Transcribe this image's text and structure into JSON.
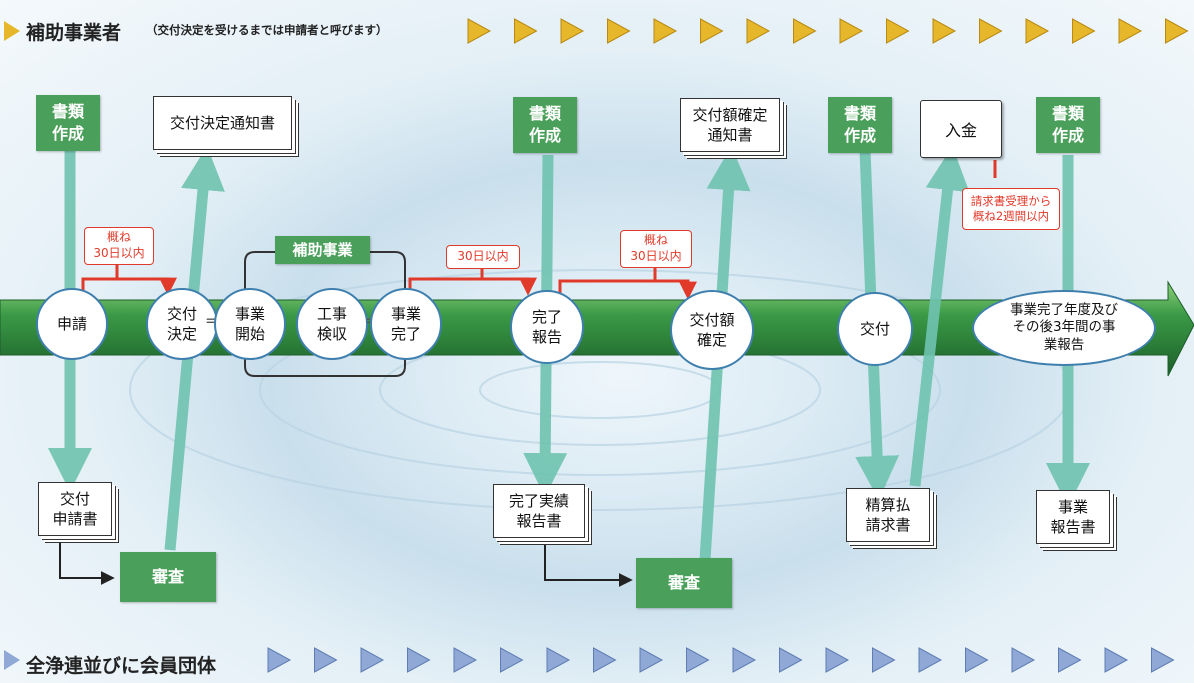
{
  "header": {
    "title": "補助事業者",
    "subtitle": "（交付決定を受けるまでは申請者と呼びます）"
  },
  "footer": {
    "title": "全浄連並びに会員団体"
  },
  "colors": {
    "green_box": "#4aa05a",
    "timeline_arrow": "#2e7d3a",
    "connector": "#6fc3b0",
    "red_label": "#e23a2a",
    "header_triangle": "#e6b72a",
    "footer_triangle": "#8fa8d6",
    "circle_border": "#3f7fae"
  },
  "prep_boxes": [
    {
      "label": "書類\n作成"
    },
    {
      "label": "書類\n作成"
    },
    {
      "label": "書類\n作成"
    },
    {
      "label": "書類\n作成"
    }
  ],
  "documents_top": {
    "kofu_kettei_tsuchisho": "交付決定通知書",
    "kofugaku_kakutei_tsuchisho": "交付額確定\n通知書",
    "nyukin": "入金"
  },
  "timeline": {
    "shinsei": "申請",
    "kofu_kettei": "交付\n決定",
    "jigyo_kaishi": "事業\n開始",
    "koji_kenshu": "工事\n検収",
    "jigyo_kanryo": "事業\n完了",
    "kanryo_hokoku": "完了\n報告",
    "kofugaku_kakutei": "交付額\n確定",
    "kofu": "交付",
    "final_report": "事業完了年度及び\nその後3年間の事\n業報告"
  },
  "project_group_label": "補助事業",
  "red_labels": {
    "approx_30_days_1": "概ね\n30日以内",
    "within_30_days": "30日以内",
    "approx_30_days_2": "概ね\n30日以内",
    "payment_within_2_weeks": "請求書受理から\n概ね2週間以内"
  },
  "documents_bottom": {
    "kofu_shinseisho": "交付\n申請書",
    "kanryo_jisseki_hokokusho": "完了実績\n報告書",
    "seisanbarai_seikyusho": "精算払\n請求書",
    "jigyo_hokokusho": "事業\n報告書"
  },
  "review_boxes": [
    {
      "label": "審査"
    },
    {
      "label": "審査"
    }
  ]
}
